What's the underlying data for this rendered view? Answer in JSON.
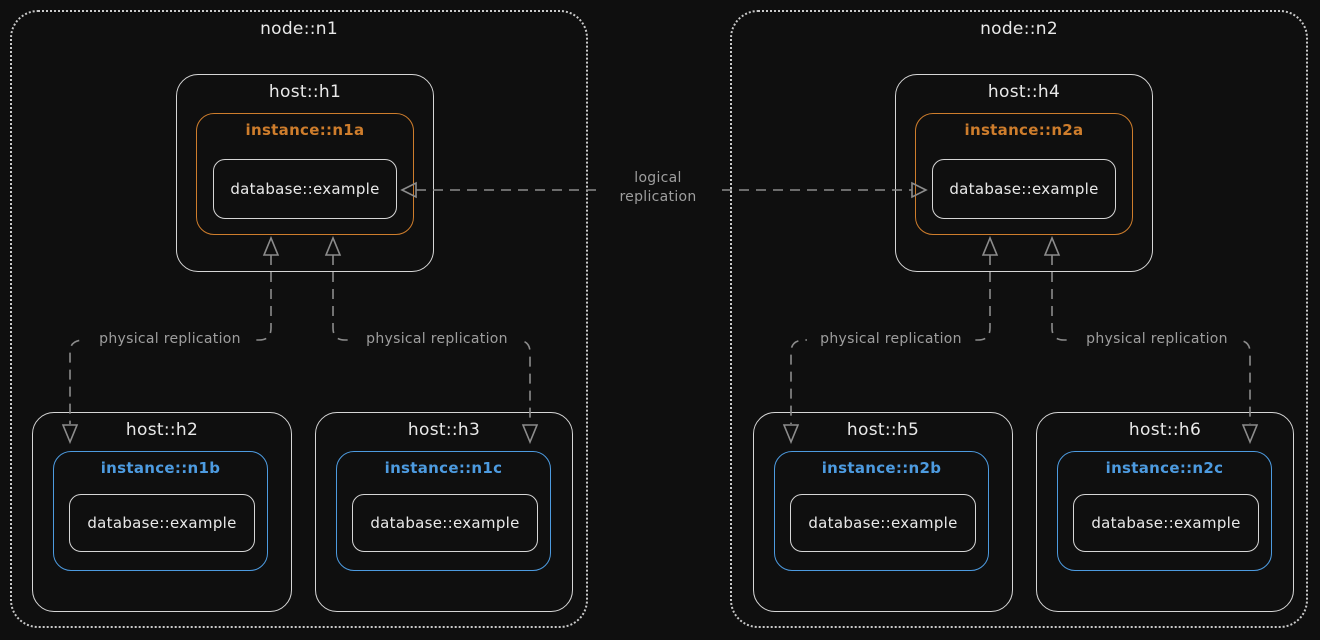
{
  "colors": {
    "background": "#0f0f0f",
    "box_border": "#d6d6d6",
    "node_border": "#c9c9c9",
    "primary_instance": "#ce7d2c",
    "replica_instance": "#4d9be0",
    "arrow": "#8c8c8c",
    "arrow_label": "#9e9e9e",
    "text": "#e9e9e9"
  },
  "nodes": [
    {
      "label": "node::n1",
      "hosts": [
        {
          "label": "host::h1",
          "instance": {
            "label": "instance::n1a",
            "role": "primary"
          },
          "database": {
            "label": "database::example"
          }
        },
        {
          "label": "host::h2",
          "instance": {
            "label": "instance::n1b",
            "role": "replica"
          },
          "database": {
            "label": "database::example"
          }
        },
        {
          "label": "host::h3",
          "instance": {
            "label": "instance::n1c",
            "role": "replica"
          },
          "database": {
            "label": "database::example"
          }
        }
      ]
    },
    {
      "label": "node::n2",
      "hosts": [
        {
          "label": "host::h4",
          "instance": {
            "label": "instance::n2a",
            "role": "primary"
          },
          "database": {
            "label": "database::example"
          }
        },
        {
          "label": "host::h5",
          "instance": {
            "label": "instance::n2b",
            "role": "replica"
          },
          "database": {
            "label": "database::example"
          }
        },
        {
          "label": "host::h6",
          "instance": {
            "label": "instance::n2c",
            "role": "replica"
          },
          "database": {
            "label": "database::example"
          }
        }
      ]
    }
  ],
  "edges": {
    "logical": {
      "line1": "logical",
      "line2": "replication"
    },
    "physical": [
      {
        "label": "physical replication"
      },
      {
        "label": "physical replication"
      },
      {
        "label": "physical replication"
      },
      {
        "label": "physical replication"
      }
    ]
  }
}
